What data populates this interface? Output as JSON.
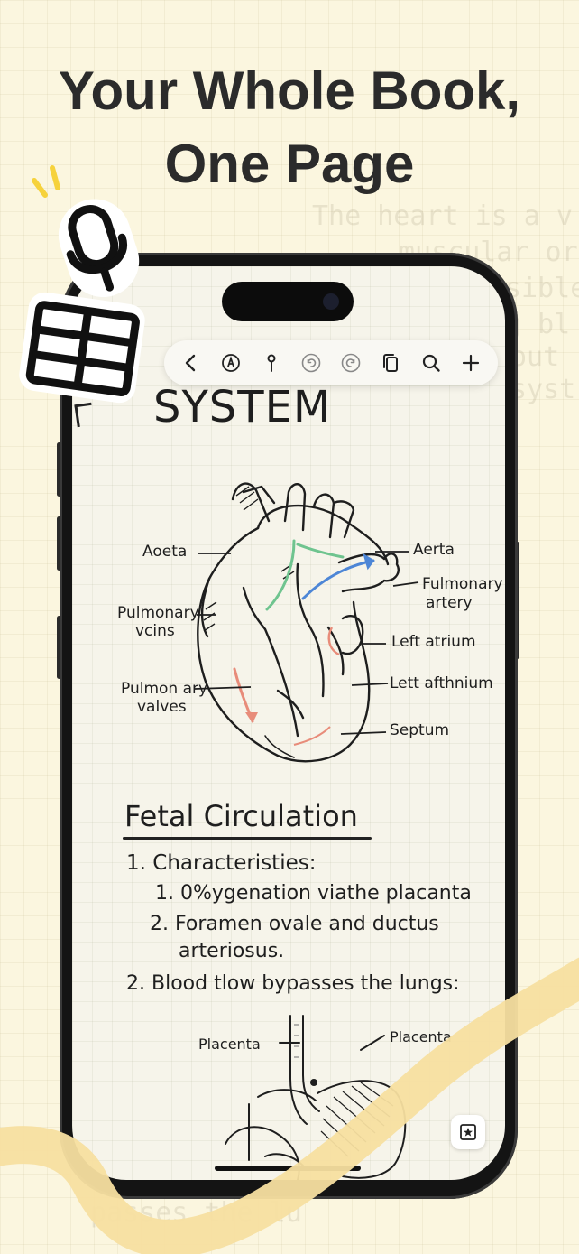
{
  "headline": {
    "line1": "Your Whole Book,",
    "line2": "One Page"
  },
  "background_notes": [
    "The heart is a v",
    "muscular or",
    "sible",
    "g bl",
    "out",
    "syst",
    "passes the lu"
  ],
  "toolbar": {
    "icons": [
      "back-icon",
      "pen-icon",
      "pin-icon",
      "undo-icon",
      "redo-icon",
      "pages-icon",
      "search-icon",
      "add-icon"
    ]
  },
  "note": {
    "heading": "SYSTEM",
    "heart_labels": {
      "aoeta": "Aoeta",
      "aerta": "Aerta",
      "fulmonary": "Fulmonary",
      "artery": "artery",
      "pulmonary_veins_1": "Pulmonary",
      "pulmonary_veins_2": "vcins",
      "left_atrium": "Left atrium",
      "pulmonary_valves_1": "Pulmon ary",
      "pulmonary_valves_2": "valves",
      "lett_afthnium": "Lett afthnium",
      "septum": "Septum"
    },
    "fetal_title": "Fetal Circulation",
    "items": {
      "l1": "1. Characteristies:",
      "l2": "1. 0%ygenation viathe placanta",
      "l3": "2. Foramen ovale and ductus",
      "l3b": "arteriosus.",
      "l4": "2. Blood tlow bypasses the lungs:"
    },
    "diagram_labels": {
      "placenta_left": "Placenta",
      "placenta_right": "Placenta"
    }
  },
  "colors": {
    "background": "#fbf6df",
    "swoosh": "#f7dfa0",
    "ink": "#1e1e1e",
    "green": "#6fc48f",
    "blue": "#4d86d6",
    "red": "#e88c7a"
  }
}
